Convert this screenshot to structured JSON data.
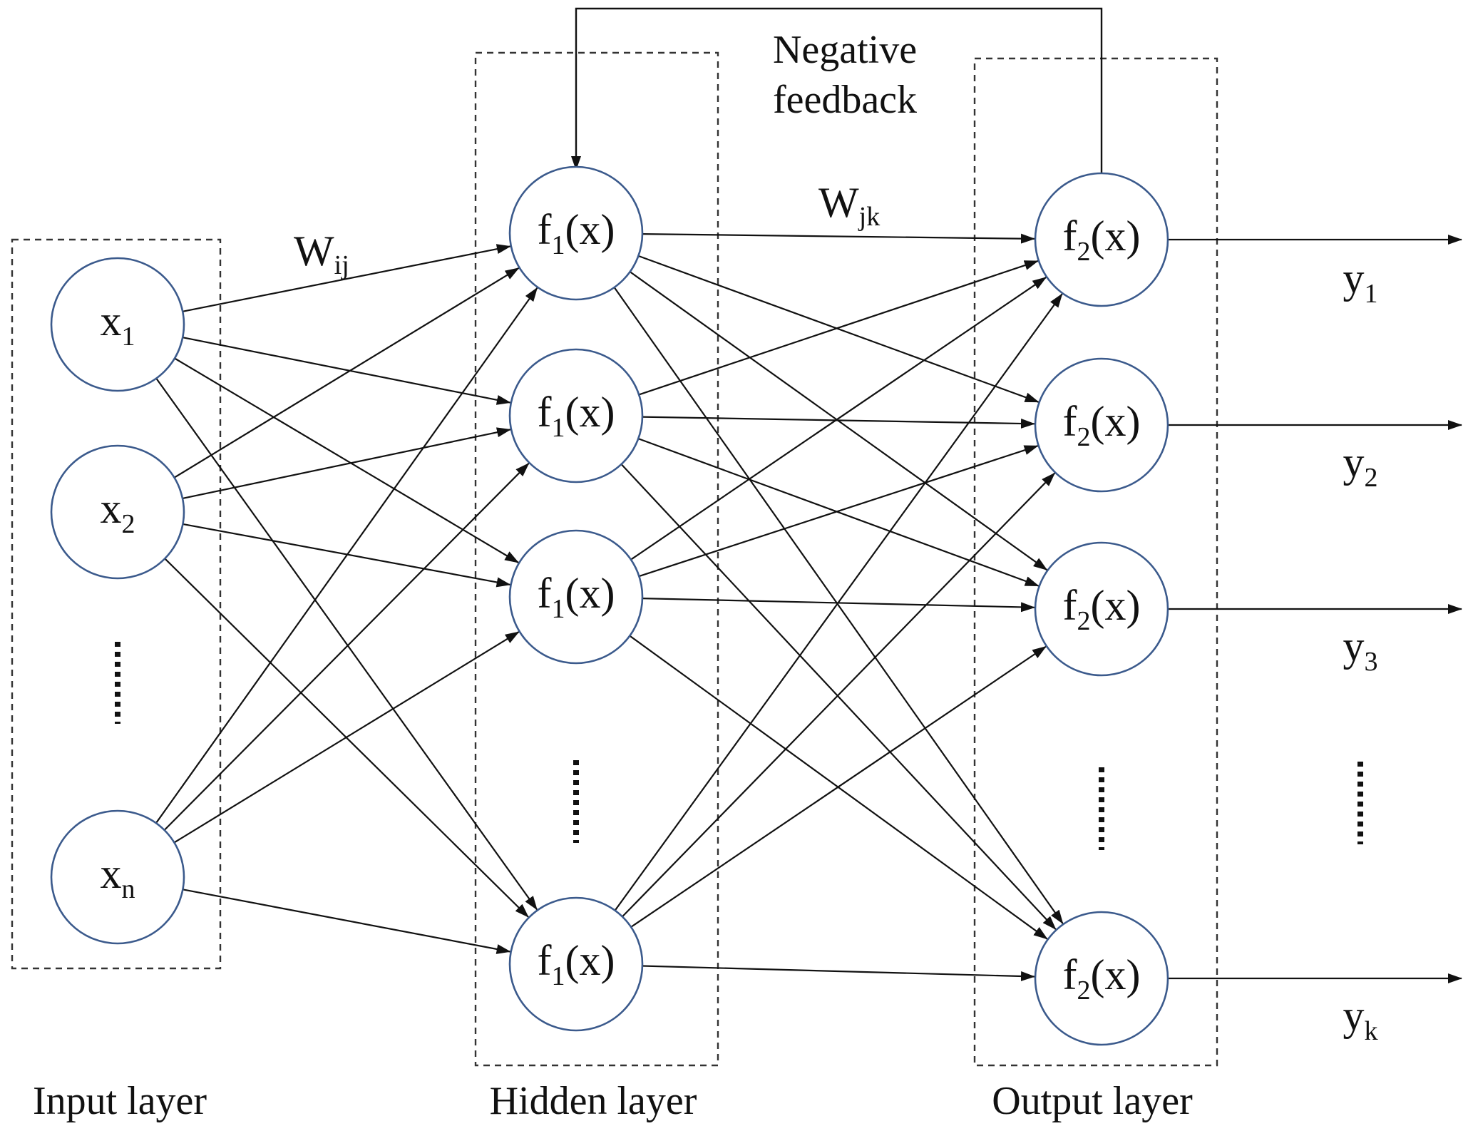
{
  "layers": {
    "input": {
      "label": "Input layer",
      "nodes": [
        {
          "base": "x",
          "sub": "1"
        },
        {
          "base": "x",
          "sub": "2"
        },
        {
          "base": "x",
          "sub": "n"
        }
      ]
    },
    "hidden": {
      "label": "Hidden layer",
      "nodes": [
        {
          "pre": "f",
          "sub": "1",
          "post": "(x)"
        },
        {
          "pre": "f",
          "sub": "1",
          "post": "(x)"
        },
        {
          "pre": "f",
          "sub": "1",
          "post": "(x)"
        },
        {
          "pre": "f",
          "sub": "1",
          "post": "(x)"
        }
      ]
    },
    "output": {
      "label": "Output layer",
      "nodes": [
        {
          "pre": "f",
          "sub": "2",
          "post": "(x)"
        },
        {
          "pre": "f",
          "sub": "2",
          "post": "(x)"
        },
        {
          "pre": "f",
          "sub": "2",
          "post": "(x)"
        },
        {
          "pre": "f",
          "sub": "2",
          "post": "(x)"
        }
      ]
    }
  },
  "outputs": [
    {
      "base": "y",
      "sub": "1"
    },
    {
      "base": "y",
      "sub": "2"
    },
    {
      "base": "y",
      "sub": "3"
    },
    {
      "base": "y",
      "sub": "k"
    }
  ],
  "weights": {
    "input_hidden": {
      "base": "W",
      "sub": "ij"
    },
    "hidden_output": {
      "base": "W",
      "sub": "jk"
    }
  },
  "feedback": {
    "line1": "Negative",
    "line2": "feedback"
  }
}
